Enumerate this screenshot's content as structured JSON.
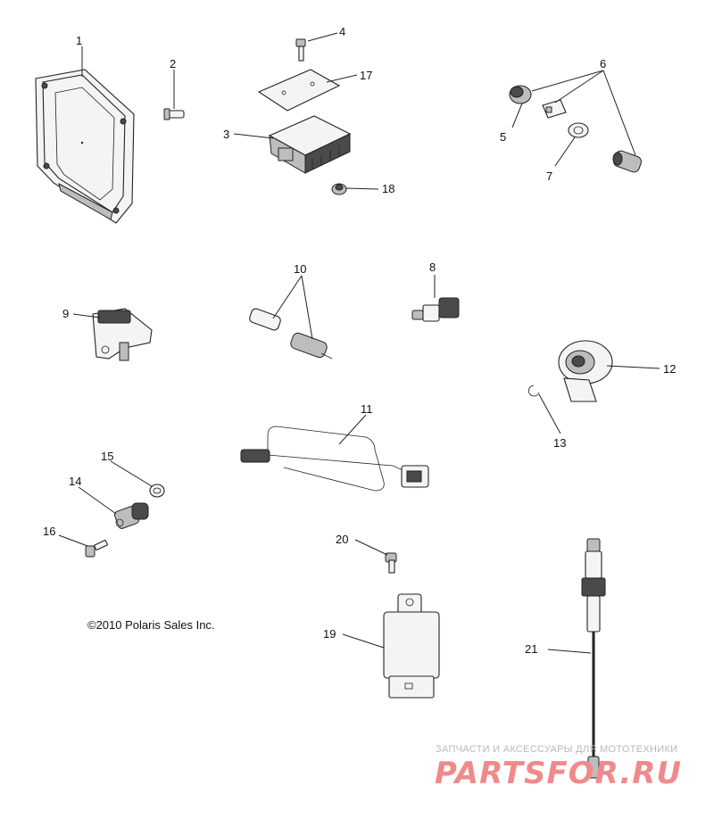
{
  "diagram": {
    "callouts": [
      "1",
      "2",
      "3",
      "4",
      "5",
      "6",
      "7",
      "8",
      "9",
      "10",
      "11",
      "12",
      "13",
      "14",
      "15",
      "16",
      "17",
      "18",
      "19",
      "20",
      "21"
    ]
  },
  "copyright": "©2010 Polaris Sales Inc.",
  "watermark": {
    "subtitle": "ЗАПЧАСТИ И АКСЕССУАРЫ ДЛЯ МОТОТЕХНИКИ",
    "logo_text": "PARTSFOR.RU",
    "logo_color": "#f08a8a",
    "subtitle_color": "#b9b9b9"
  }
}
